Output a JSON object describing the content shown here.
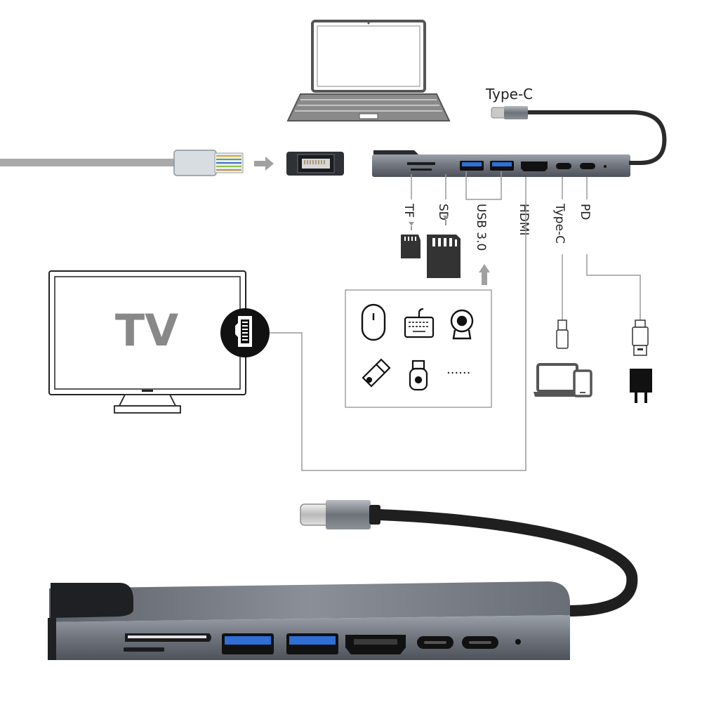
{
  "hub_top_label": "Type-C",
  "tv_label": "TV",
  "ports": {
    "tf": "TF",
    "sd": "SD",
    "usb": "USB 3.0",
    "hdmi": "HDMI",
    "typec": "Type-C",
    "pd": "PD"
  },
  "devices_more": "......",
  "colors": {
    "hub_body": "#7a7f88",
    "usb_blue": "#2f6fd6",
    "cable": "#2b2b2b",
    "line": "#9a9a9a",
    "text": "#222222"
  }
}
